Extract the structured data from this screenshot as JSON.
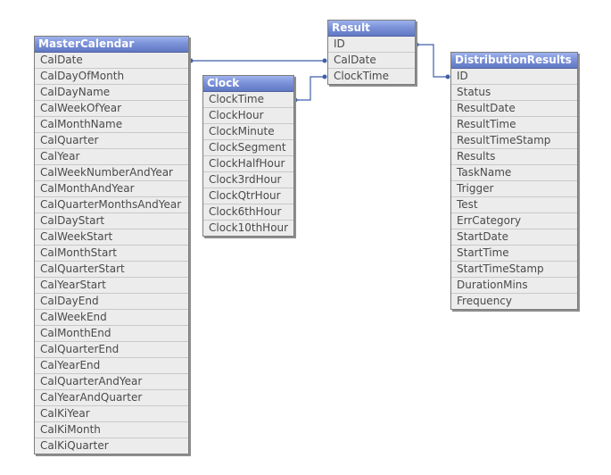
{
  "tables": {
    "master_calendar": {
      "title": "MasterCalendar",
      "fields": [
        "CalDate",
        "CalDayOfMonth",
        "CalDayName",
        "CalWeekOfYear",
        "CalMonthName",
        "CalQuarter",
        "CalYear",
        "CalWeekNumberAndYear",
        "CalMonthAndYear",
        "CalQuarterMonthsAndYear",
        "CalDayStart",
        "CalWeekStart",
        "CalMonthStart",
        "CalQuarterStart",
        "CalYearStart",
        "CalDayEnd",
        "CalWeekEnd",
        "CalMonthEnd",
        "CalQuarterEnd",
        "CalYearEnd",
        "CalQuarterAndYear",
        "CalYearAndQuarter",
        "CalKiYear",
        "CalKiMonth",
        "CalKiQuarter"
      ]
    },
    "clock": {
      "title": "Clock",
      "fields": [
        "ClockTime",
        "ClockHour",
        "ClockMinute",
        "ClockSegment",
        "ClockHalfHour",
        "Clock3rdHour",
        "ClockQtrHour",
        "Clock6thHour",
        "Clock10thHour"
      ]
    },
    "result": {
      "title": "Result",
      "fields": [
        "ID",
        "CalDate",
        "ClockTime"
      ]
    },
    "distribution_results": {
      "title": "DistributionResults",
      "fields": [
        "ID",
        "Status",
        "ResultDate",
        "ResultTime",
        "ResultTimeStamp",
        "Results",
        "TaskName",
        "Trigger",
        "Test",
        "ErrCategory",
        "StartDate",
        "StartTime",
        "StartTimeStamp",
        "DurationMins",
        "Frequency"
      ]
    }
  },
  "links": [
    {
      "from": "MasterCalendar.CalDate",
      "to": "Result.CalDate"
    },
    {
      "from": "Clock.ClockTime",
      "to": "Result.ClockTime"
    },
    {
      "from": "Result.ID",
      "to": "DistributionResults.ID"
    }
  ],
  "colors": {
    "header_gradient_top": "#9fb3ec",
    "header_gradient_bottom": "#6078c4",
    "table_body": "#ececec",
    "link_line": "#3f5fa8"
  }
}
